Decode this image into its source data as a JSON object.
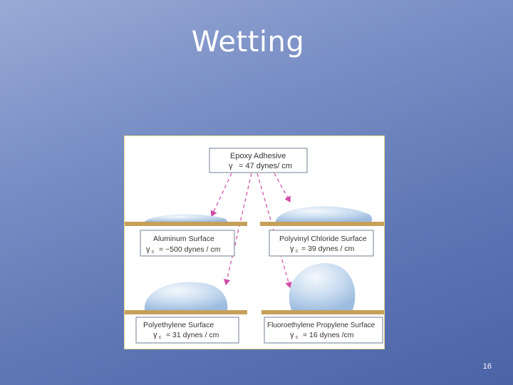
{
  "slide": {
    "title": "Wetting",
    "page_number": "16"
  },
  "figure": {
    "adhesive": {
      "name": "Epoxy Adhesive",
      "symbol": "γ",
      "value": "= 47 dynes/ cm"
    },
    "surfaces": [
      {
        "name": "Aluminum Surface",
        "symbol": "γ",
        "subscript": "c",
        "value": "= ~500 dynes / cm"
      },
      {
        "name": "Polyvinyl Chloride Surface",
        "symbol": "γ",
        "subscript": "c",
        "value": "= 39 dynes / cm"
      },
      {
        "name": "Polyethylene Surface",
        "symbol": "γ",
        "subscript": "c",
        "value": "= 31 dynes / cm"
      },
      {
        "name": "Fluoroethylene Propylene Surface",
        "symbol": "γ",
        "subscript": "c",
        "value": "= 16 dynes /cm"
      }
    ],
    "colors": {
      "surface_bar": "#c6a05a",
      "arrow": "#d24aa8",
      "drop": "#bcd4ec",
      "label_border": "#6f7f95"
    }
  }
}
